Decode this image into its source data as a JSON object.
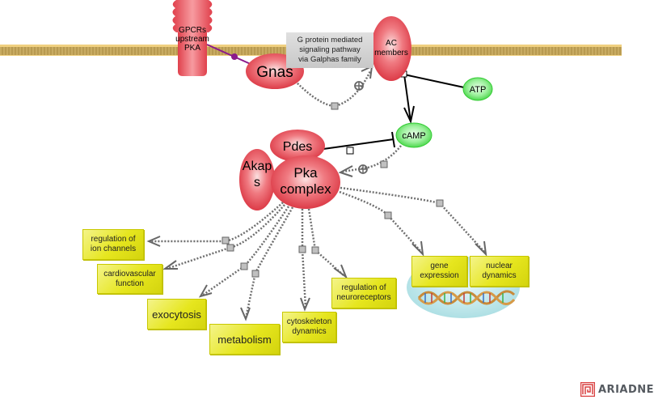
{
  "diagram": {
    "title": "G protein mediated signaling pathway via Galphas family",
    "membrane": "cell-membrane",
    "pathway_label": "G protein mediated\nsignaling pathway\nvia Galphas family",
    "receptor": {
      "label": "GPCRs\nupstream\nPKA",
      "line1": "GPCRs",
      "line2": "upstream",
      "line3": "PKA"
    },
    "proteins": {
      "gnas": "Gnas",
      "ac": {
        "line1": "AC",
        "line2": "members"
      },
      "pdes": "Pdes",
      "akaps": {
        "line1": "Akap",
        "line2": "s"
      },
      "pka": {
        "line1": "Pka",
        "line2": "complex"
      }
    },
    "small_molecules": {
      "atp": "ATP",
      "camp": "cAMP"
    },
    "processes": [
      {
        "id": "ion-channels",
        "label": "regulation of\nion channels"
      },
      {
        "id": "cardiovascular",
        "label": "cardiovascular\nfunction"
      },
      {
        "id": "exocytosis",
        "label": "exocytosis"
      },
      {
        "id": "metabolism",
        "label": "metabolism"
      },
      {
        "id": "cytoskeleton",
        "label": "cytoskeleton\ndynamics"
      },
      {
        "id": "neuroreceptors",
        "label": "regulation of\nneuroreceptors"
      },
      {
        "id": "gene-expression",
        "label": "gene\nexpression"
      },
      {
        "id": "nuclear-dynamics",
        "label": "nuclear\ndynamics"
      }
    ],
    "relations": [
      {
        "from": "GPCRs upstream PKA",
        "to": "Gnas",
        "type": "binding"
      },
      {
        "from": "Gnas",
        "to": "AC members",
        "type": "positive regulation",
        "symbol": "plus"
      },
      {
        "from": "AC members",
        "to": "cAMP",
        "type": "conversion",
        "substrate": "ATP"
      },
      {
        "from": "Pdes",
        "to": "cAMP",
        "type": "inhibition"
      },
      {
        "from": "cAMP",
        "to": "Pka complex",
        "type": "positive regulation",
        "symbol": "plus"
      },
      {
        "from": "Pka complex",
        "to": "regulation of ion channels",
        "type": "regulation"
      },
      {
        "from": "Pka complex",
        "to": "cardiovascular function",
        "type": "regulation"
      },
      {
        "from": "Pka complex",
        "to": "exocytosis",
        "type": "regulation"
      },
      {
        "from": "Pka complex",
        "to": "metabolism",
        "type": "regulation"
      },
      {
        "from": "Pka complex",
        "to": "cytoskeleton dynamics",
        "type": "regulation"
      },
      {
        "from": "Pka complex",
        "to": "regulation of neuroreceptors",
        "type": "regulation"
      },
      {
        "from": "Pka complex",
        "to": "gene expression",
        "type": "regulation"
      },
      {
        "from": "Pka complex",
        "to": "nuclear dynamics",
        "type": "regulation"
      }
    ],
    "colors": {
      "protein": "#e8434f",
      "small_molecule": "#44dd44",
      "process": "#e6e61e",
      "membrane": "#c8a85a",
      "binding_line": "#8b1a8b",
      "edge_dotted": "#707070"
    }
  },
  "logo": {
    "text": "ARIADNE"
  }
}
